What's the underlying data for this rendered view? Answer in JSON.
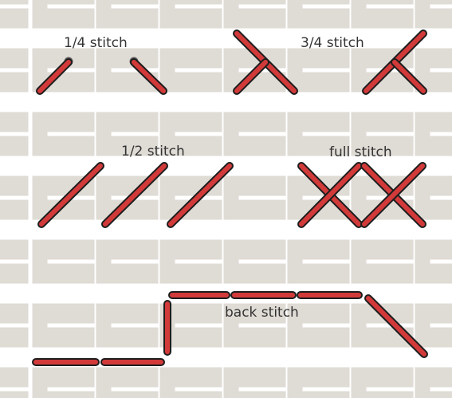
{
  "colors": {
    "background": "#ffffff",
    "weave": "#dfdbd5",
    "stitch_fill": "#d23a3a",
    "stitch_outline": "#1d1d1d",
    "hole_marker": "#606060",
    "text": "#333333"
  },
  "labels": {
    "quarter_stitch": "1/4 stitch",
    "three_quarter_stitch": "3/4 stitch",
    "half_stitch": "1/2 stitch",
    "full_stitch": "full stitch",
    "back_stitch": "back stitch"
  },
  "stitch_types": [
    "quarter",
    "three-quarter",
    "half",
    "full",
    "back"
  ]
}
